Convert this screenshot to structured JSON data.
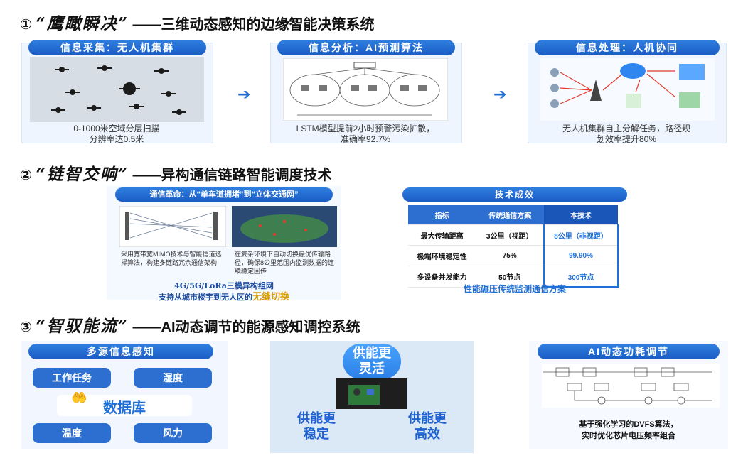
{
  "sections": [
    {
      "num": "①",
      "quote": "“鹰瞰瞬决”",
      "rest": "——三维动态感知的边缘智能决策系统"
    },
    {
      "num": "②",
      "quote": "“链智交响”",
      "rest": "——异构通信链路智能调度技术"
    },
    {
      "num": "③",
      "quote": "“智驭能流”",
      "rest": "——AI动态调节的能源感知调控系统"
    }
  ],
  "s1": {
    "stages": [
      {
        "label": "信息采集：无人机集群",
        "caption": "0-1000米空域分层扫描\n分辨率达0.5米"
      },
      {
        "label": "信息分析：AI预测算法",
        "caption": "LSTM模型提前2小时预警污染扩散，\n准确率92.7%"
      },
      {
        "label": "信息处理：人机协同",
        "caption": "无人机集群自主分解任务，路径规\n划效率提升80%"
      }
    ]
  },
  "s2": {
    "banner": "通信革命：从“单车道拥堵”到“立体交通网”",
    "left_text": "采用宽带宽MIMO技术与智能信道选择算法，构建多链路冗余通信架构",
    "right_text": "在复杂环境下自动切换最优传输路径，确保8公里范围内监测数据的连续稳定回传",
    "bottom_line1": "4G/5G/LoRa三模异构组网",
    "bottom_line2_a": "支持从城市楼宇到无人区的",
    "bottom_line2_b": "无缝切换",
    "tech_title": "技术成效",
    "headers": [
      "指标",
      "传统通信方案",
      "本技术"
    ],
    "rows": [
      [
        "最大传输距离",
        "3公里（视距）",
        "8公里（非视距）"
      ],
      [
        "极端环境稳定性",
        "75%",
        "99.90%"
      ],
      [
        "多设备并发能力",
        "50节点",
        "300节点"
      ]
    ],
    "tech_caption": "性能碾压传统监测通信方案"
  },
  "s3": {
    "left_title": "多源信息感知",
    "boxes": [
      "工作任务",
      "湿度",
      "温度",
      "风力"
    ],
    "center": "数据库",
    "clouds": [
      {
        "l1": "供能更",
        "l2": "灵活"
      },
      {
        "l1": "供能更",
        "l2": "稳定"
      },
      {
        "l1": "供能更",
        "l2": "高效"
      }
    ],
    "right_title": "AI动态功耗调节",
    "right_caption": "基于强化学习的DVFS算法，\n实时优化芯片电压频率组合"
  },
  "colors": {
    "accent": "#1f6fd6",
    "red": "#e23b2e",
    "yellow": "#f3c400"
  }
}
